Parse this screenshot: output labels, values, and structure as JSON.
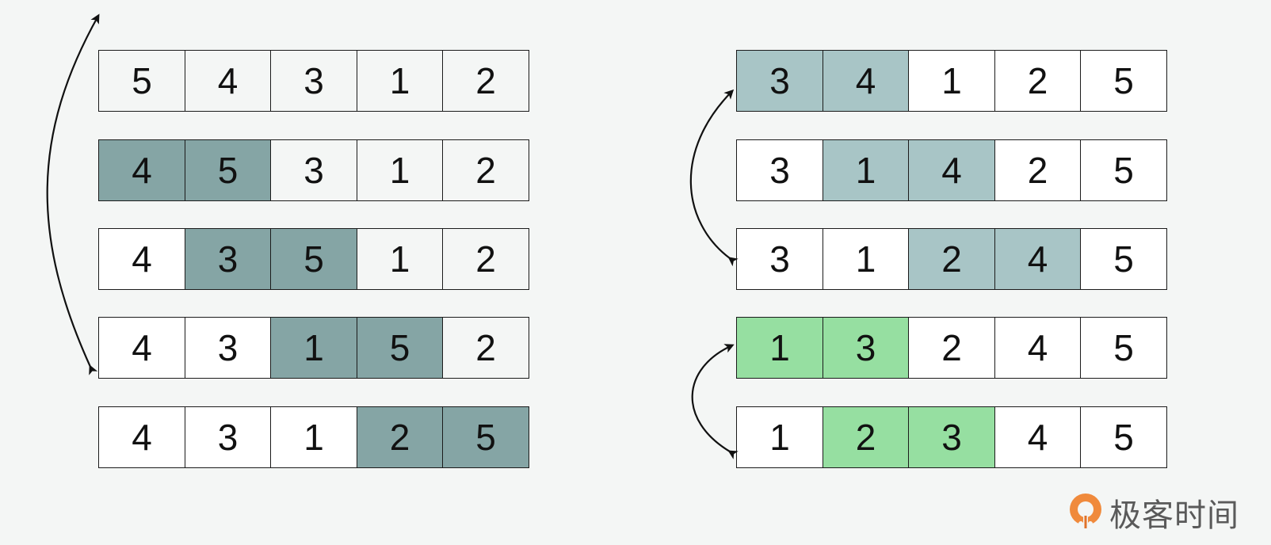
{
  "left": {
    "rows": [
      {
        "cells": [
          {
            "v": "5",
            "s": "plain"
          },
          {
            "v": "4",
            "s": "plain"
          },
          {
            "v": "3",
            "s": "plain"
          },
          {
            "v": "1",
            "s": "plain"
          },
          {
            "v": "2",
            "s": "plain"
          }
        ]
      },
      {
        "cells": [
          {
            "v": "4",
            "s": "dark"
          },
          {
            "v": "5",
            "s": "dark"
          },
          {
            "v": "3",
            "s": "plain"
          },
          {
            "v": "1",
            "s": "plain"
          },
          {
            "v": "2",
            "s": "plain"
          }
        ]
      },
      {
        "cells": [
          {
            "v": "4",
            "s": "white"
          },
          {
            "v": "3",
            "s": "dark"
          },
          {
            "v": "5",
            "s": "dark"
          },
          {
            "v": "1",
            "s": "plain"
          },
          {
            "v": "2",
            "s": "plain"
          }
        ]
      },
      {
        "cells": [
          {
            "v": "4",
            "s": "white"
          },
          {
            "v": "3",
            "s": "white"
          },
          {
            "v": "1",
            "s": "dark"
          },
          {
            "v": "5",
            "s": "dark"
          },
          {
            "v": "2",
            "s": "plain"
          }
        ]
      },
      {
        "cells": [
          {
            "v": "4",
            "s": "white"
          },
          {
            "v": "3",
            "s": "white"
          },
          {
            "v": "1",
            "s": "white"
          },
          {
            "v": "2",
            "s": "dark"
          },
          {
            "v": "5",
            "s": "dark"
          }
        ]
      }
    ]
  },
  "right": {
    "rows": [
      {
        "cells": [
          {
            "v": "3",
            "s": "light"
          },
          {
            "v": "4",
            "s": "light"
          },
          {
            "v": "1",
            "s": "white"
          },
          {
            "v": "2",
            "s": "white"
          },
          {
            "v": "5",
            "s": "white"
          }
        ]
      },
      {
        "cells": [
          {
            "v": "3",
            "s": "white"
          },
          {
            "v": "1",
            "s": "light"
          },
          {
            "v": "4",
            "s": "light"
          },
          {
            "v": "2",
            "s": "white"
          },
          {
            "v": "5",
            "s": "white"
          }
        ]
      },
      {
        "cells": [
          {
            "v": "3",
            "s": "white"
          },
          {
            "v": "1",
            "s": "white"
          },
          {
            "v": "2",
            "s": "light"
          },
          {
            "v": "4",
            "s": "light"
          },
          {
            "v": "5",
            "s": "white"
          }
        ]
      },
      {
        "cells": [
          {
            "v": "1",
            "s": "green"
          },
          {
            "v": "3",
            "s": "green"
          },
          {
            "v": "2",
            "s": "white"
          },
          {
            "v": "4",
            "s": "white"
          },
          {
            "v": "5",
            "s": "white"
          }
        ]
      },
      {
        "cells": [
          {
            "v": "1",
            "s": "white"
          },
          {
            "v": "2",
            "s": "green"
          },
          {
            "v": "3",
            "s": "green"
          },
          {
            "v": "4",
            "s": "white"
          },
          {
            "v": "5",
            "s": "white"
          }
        ]
      }
    ]
  },
  "colors": {
    "background": "#f4f6f5",
    "dark_highlight": "#85a5a5",
    "light_highlight": "#a8c5c6",
    "green_highlight": "#96dfa1",
    "logo_orange": "#f08a3c"
  },
  "logo": {
    "text": "极客时间",
    "icon": "geektime-logo-icon"
  }
}
